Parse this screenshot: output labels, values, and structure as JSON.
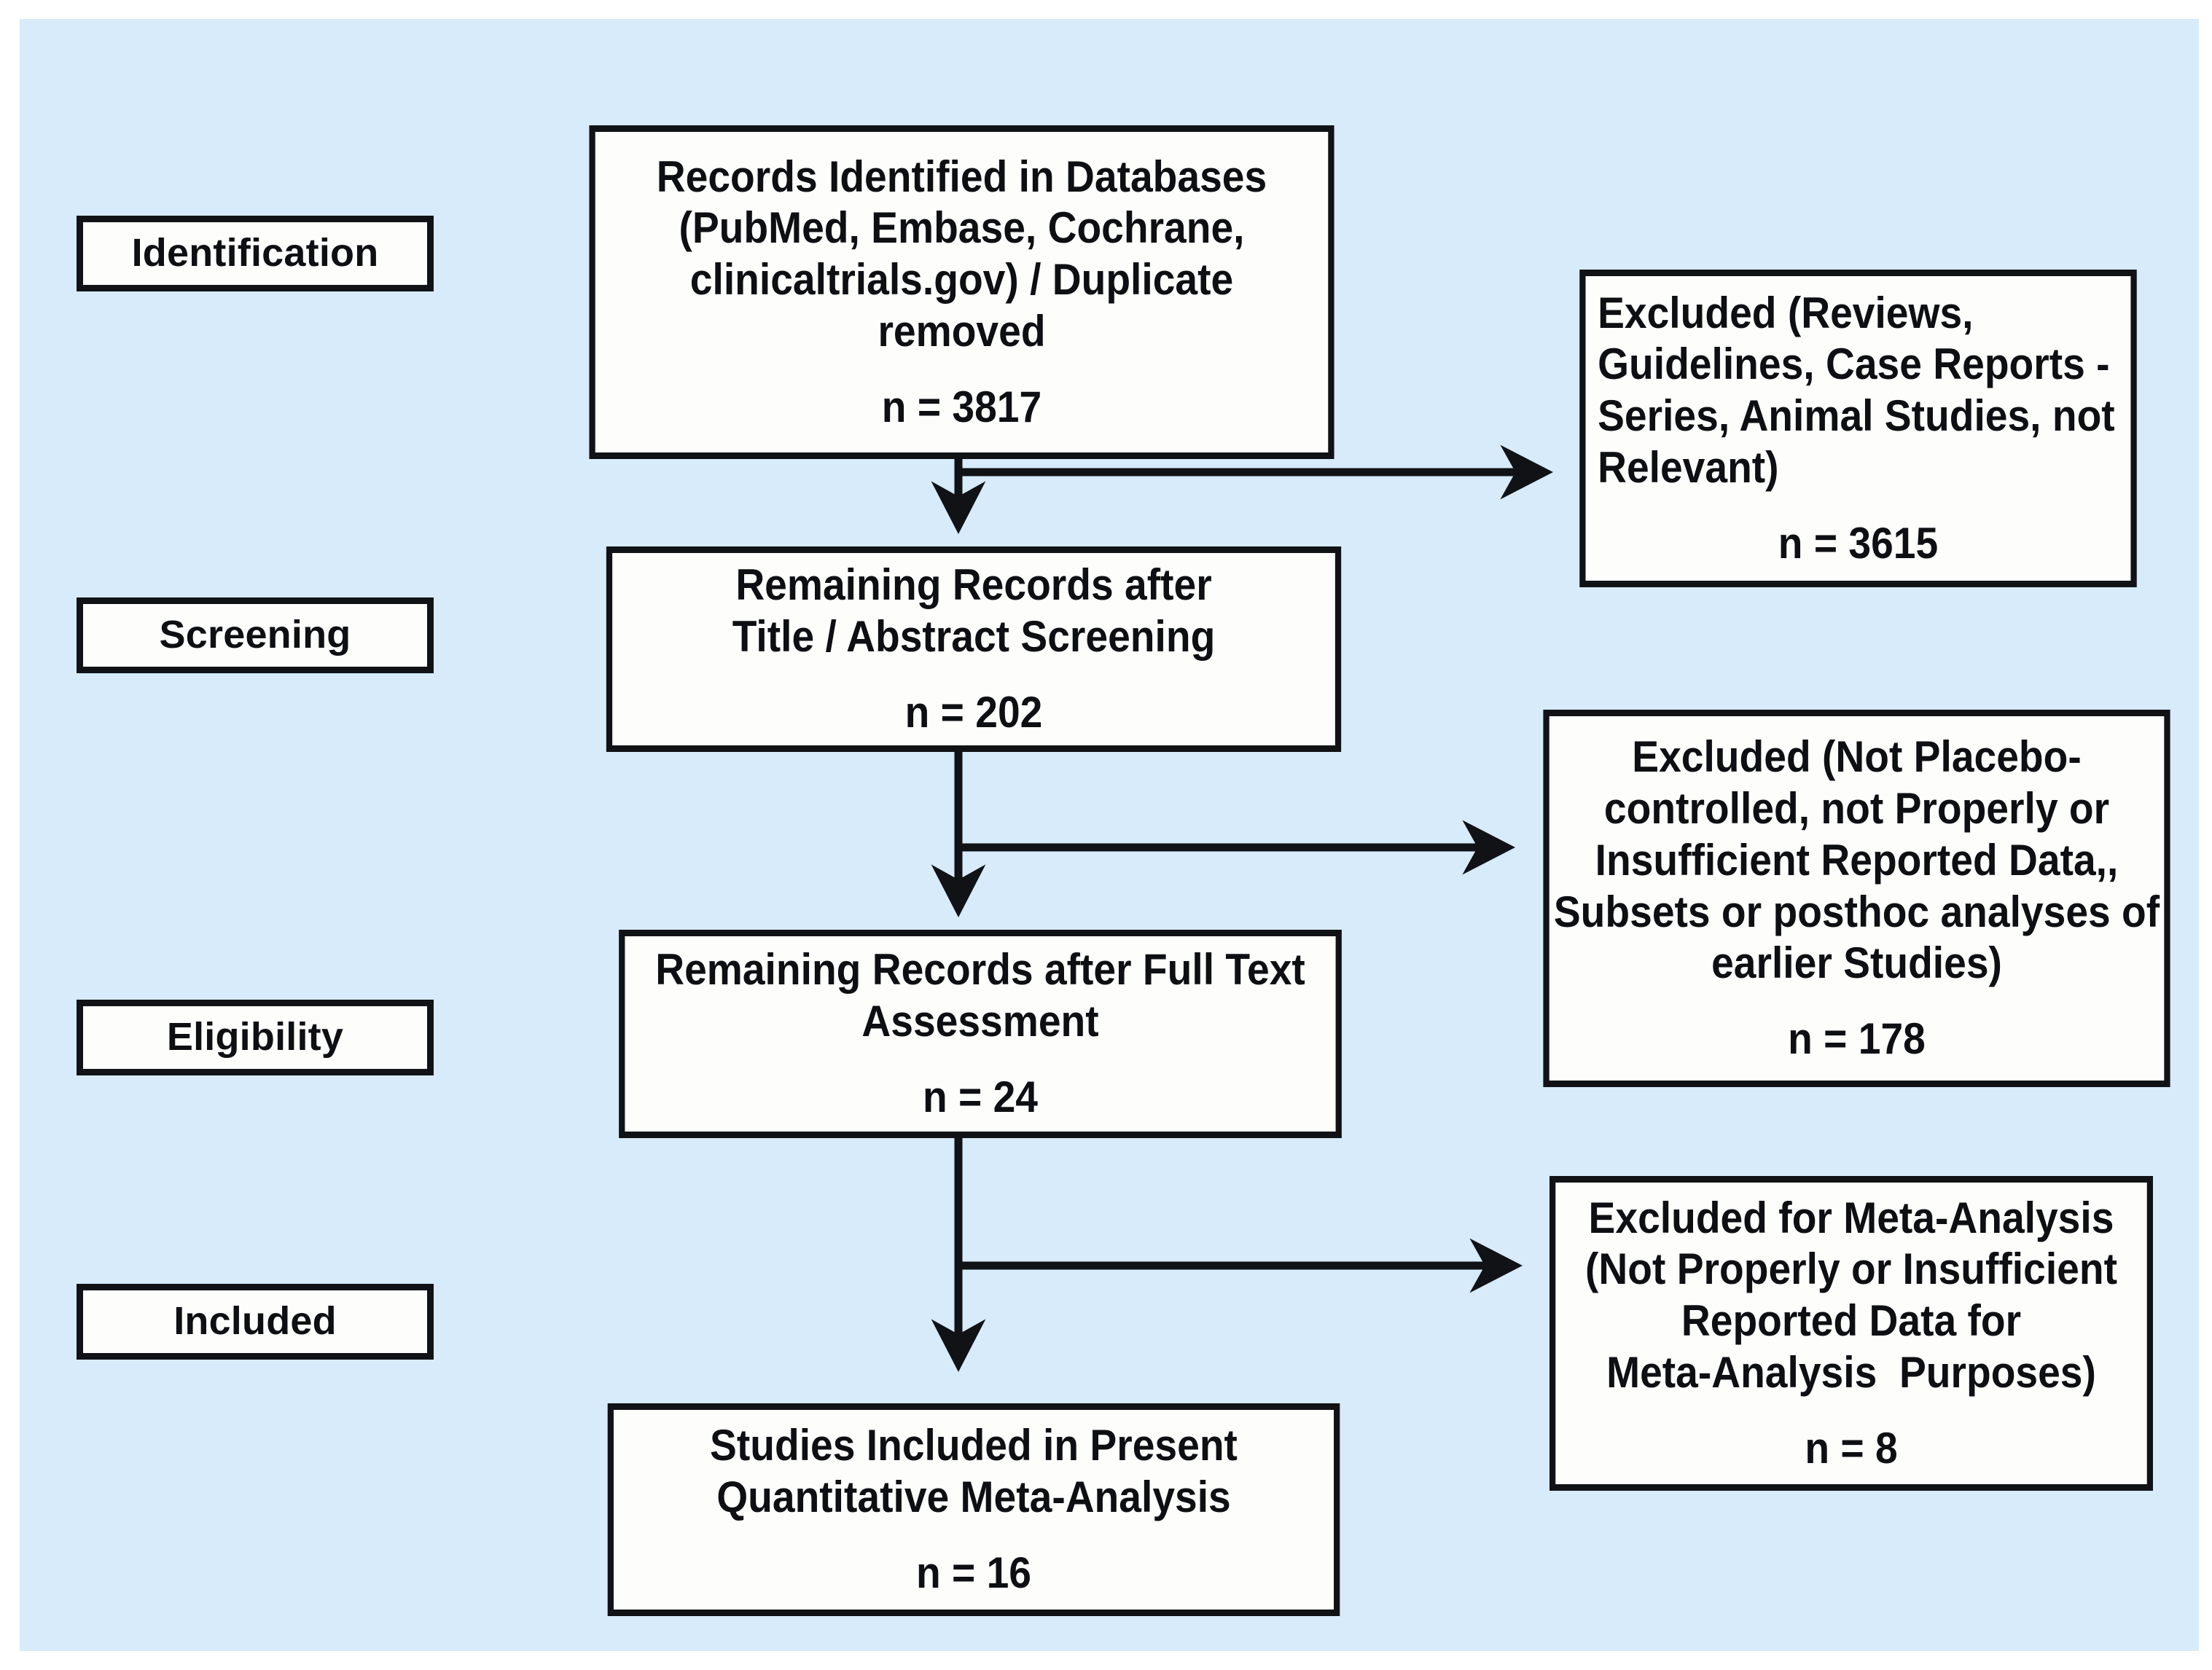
{
  "diagram": {
    "type": "prisma-flow-diagram",
    "background_color": "#d7ebfa",
    "box_fill_color": "#fdfdfc",
    "stroke_color": "#101215"
  },
  "stages": [
    {
      "id": "identification",
      "label": "Identification"
    },
    {
      "id": "screening",
      "label": "Screening"
    },
    {
      "id": "eligibility",
      "label": "Eligibility"
    },
    {
      "id": "included",
      "label": "Included"
    }
  ],
  "flow_boxes": [
    {
      "id": "identified",
      "lines": [
        "Records Identified in Databases",
        "(PubMed, Embase, Cochrane,",
        "clinicaltrials.gov) / Duplicate",
        "removed"
      ],
      "count_label": "n = 3817",
      "count": 3817
    },
    {
      "id": "screened",
      "lines": [
        "Remaining Records after",
        "Title / Abstract Screening"
      ],
      "count_label": "n = 202",
      "count": 202
    },
    {
      "id": "fulltext",
      "lines": [
        "Remaining Records after Full Text",
        "Assessment"
      ],
      "count_label": "n = 24",
      "count": 24
    },
    {
      "id": "included",
      "lines": [
        "Studies Included in Present",
        "Quantitative Meta-Analysis"
      ],
      "count_label": "n = 16",
      "count": 16
    }
  ],
  "exclusion_boxes": [
    {
      "id": "excluded-1",
      "align": "left",
      "lines": [
        "Excluded (Reviews,",
        "Guidelines, Case Reports -",
        "Series, Animal Studies, not",
        "Relevant)"
      ],
      "count_label": "n = 3615",
      "count": 3615
    },
    {
      "id": "excluded-2",
      "align": "center",
      "lines": [
        "Excluded (Not Placebo-",
        "controlled, not Properly or",
        "Insufficient Reported Data,,",
        "Subsets or posthoc analyses of",
        "earlier Studies)"
      ],
      "count_label": "n = 178",
      "count": 178
    },
    {
      "id": "excluded-3",
      "align": "center",
      "lines": [
        "Excluded for Meta-Analysis",
        "(Not Properly or Insufficient",
        "Reported Data for",
        "Meta-Analysis  Purposes)"
      ],
      "count_label": "n = 8",
      "count": 8
    }
  ],
  "connectors": [
    {
      "id": "identified-to-screened",
      "kind": "vertical-arrow"
    },
    {
      "id": "screened-to-fulltext",
      "kind": "vertical-arrow"
    },
    {
      "id": "fulltext-to-included",
      "kind": "vertical-arrow"
    },
    {
      "id": "identified-to-excluded-1",
      "kind": "horizontal-arrow"
    },
    {
      "id": "screened-to-excluded-2",
      "kind": "horizontal-arrow"
    },
    {
      "id": "fulltext-to-excluded-3",
      "kind": "horizontal-arrow"
    }
  ]
}
